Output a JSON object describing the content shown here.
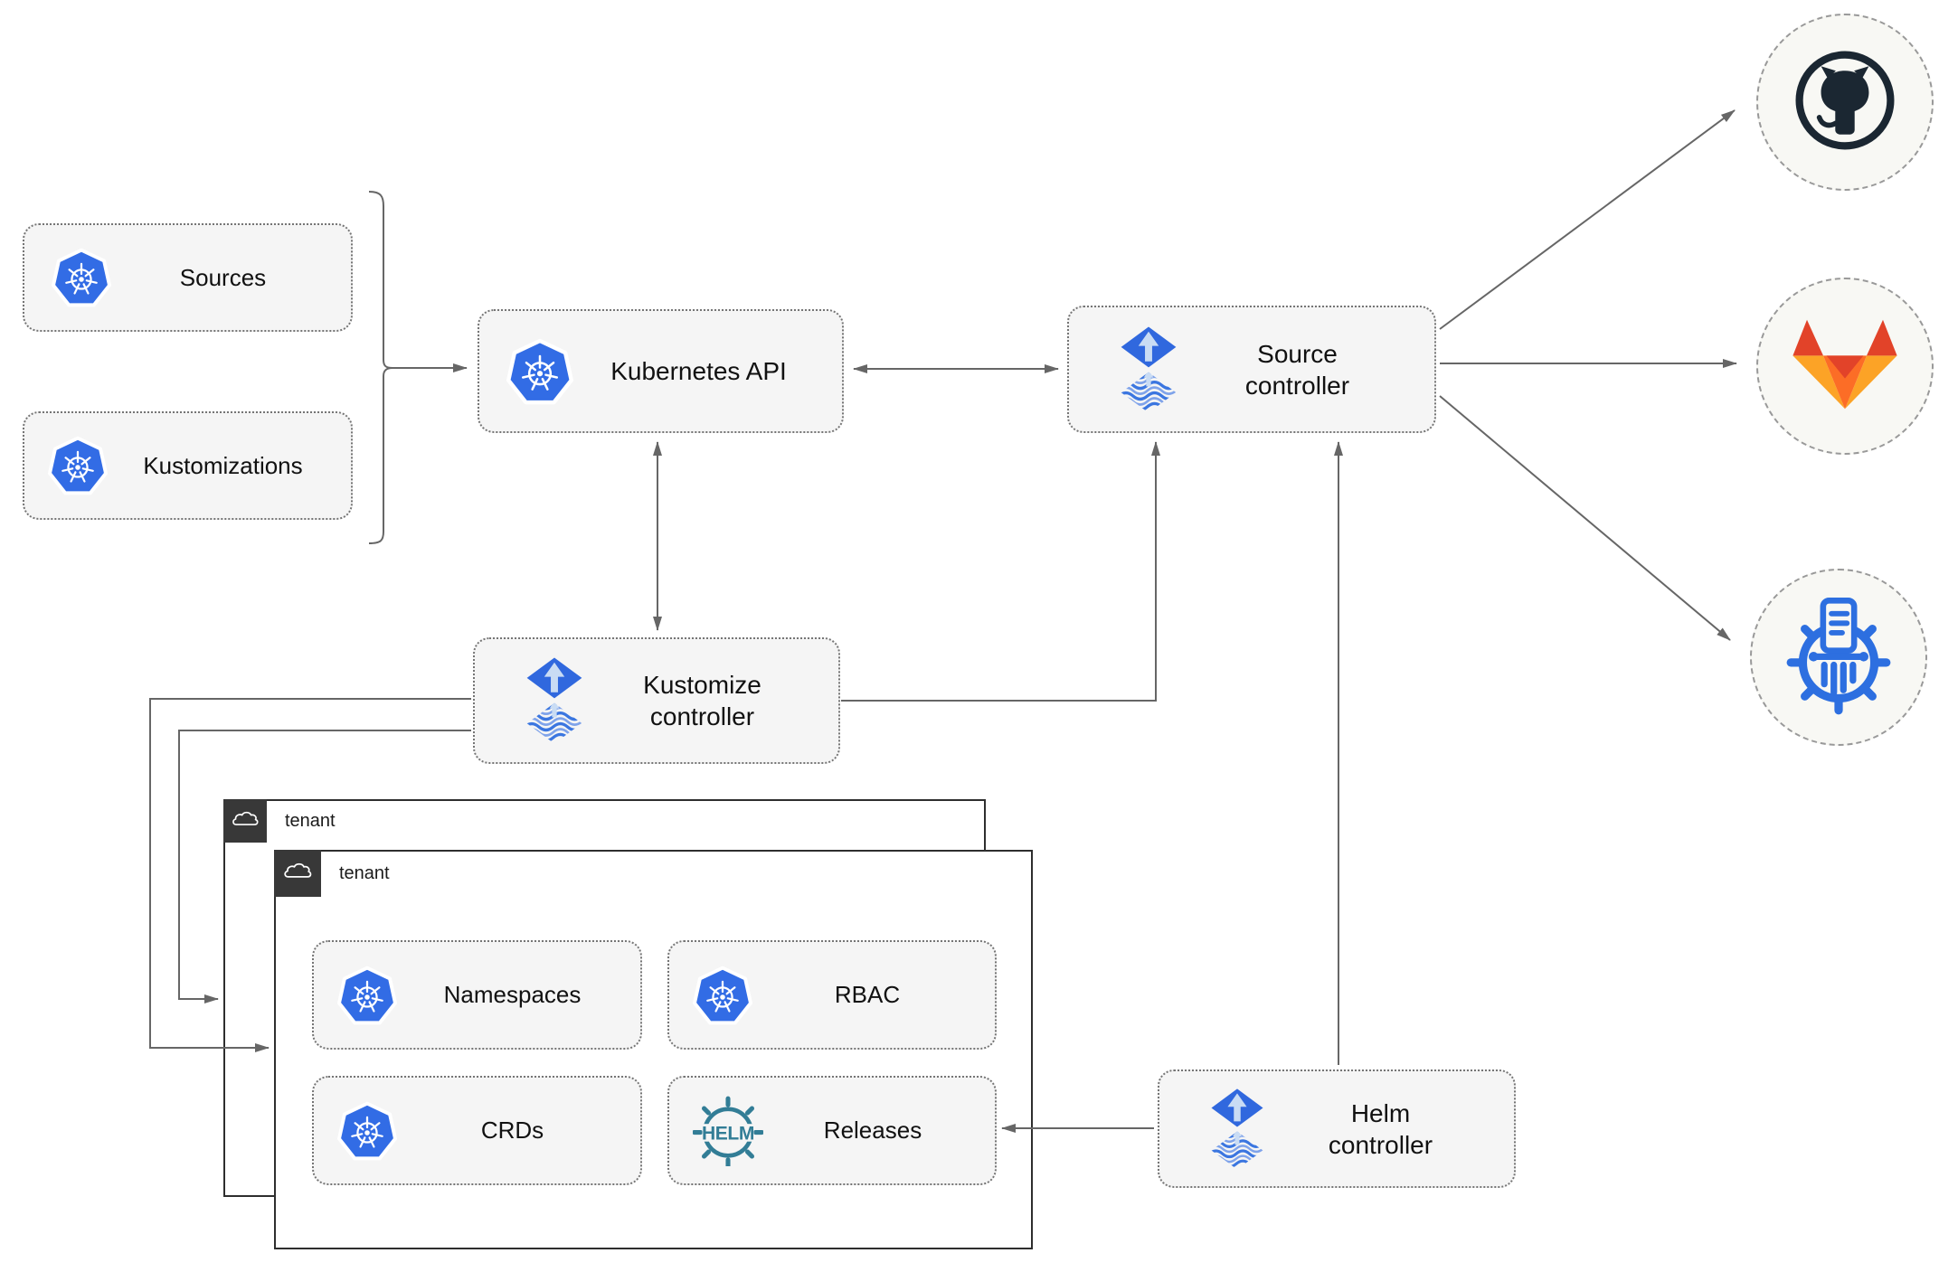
{
  "colors": {
    "k8s_blue": "#326CE5",
    "flux_blue": "#3068DE",
    "flux_light": "#C9DCF4",
    "flux_wave": "#3B76E0",
    "flux_wave_light": "#7FA3EA",
    "github_dark": "#1B2732",
    "gitlab_red": "#E24329",
    "gitlab_orange": "#FC6D26",
    "gitlab_amber": "#FCA326",
    "helm_teal": "#327D96",
    "kustomize_blue": "#2D6FE0",
    "connector_gray": "#666666",
    "node_fill": "#F5F5F5",
    "node_border": "#757575",
    "tenant_border": "#2E2E2E",
    "tenant_tab": "#383838",
    "circle_fill": "#F8F8F4",
    "circle_border": "#999999"
  },
  "nodes": {
    "sources": {
      "label": "Sources"
    },
    "kustomizations": {
      "label": "Kustomizations"
    },
    "kubernetes_api": {
      "label": "Kubernetes API"
    },
    "source_controller": {
      "label": "Source\ncontroller"
    },
    "kustomize_controller": {
      "label": "Kustomize\ncontroller"
    },
    "helm_controller": {
      "label": "Helm\ncontroller"
    },
    "namespaces": {
      "label": "Namespaces"
    },
    "rbac": {
      "label": "RBAC"
    },
    "crds": {
      "label": "CRDs"
    },
    "releases": {
      "label": "Releases"
    }
  },
  "tenants": {
    "back": {
      "label": "tenant"
    },
    "front": {
      "label": "tenant"
    }
  },
  "helm_logo_text": "HELM",
  "external_sources": [
    {
      "name": "github"
    },
    {
      "name": "gitlab"
    },
    {
      "name": "kustomize-manifests"
    }
  ]
}
